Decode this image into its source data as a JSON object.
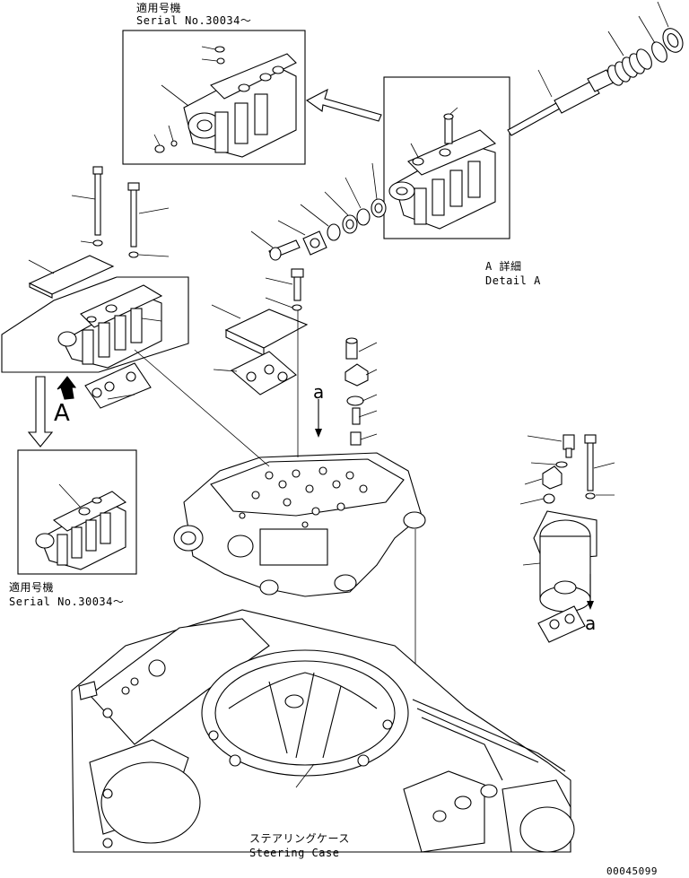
{
  "inset_top": {
    "jp_label": "適用号機",
    "serial_label": "Serial No.30034～"
  },
  "inset_left": {
    "jp_label": "適用号機",
    "serial_label": "Serial No.30034～"
  },
  "detail": {
    "jp_label": "A 詳細",
    "en_label": "Detail A"
  },
  "view_arrow_letter": "A",
  "callout_letter": "a",
  "steering_case": {
    "jp_label": "ステアリングケース",
    "en_label": "Steering Case"
  },
  "drawing_number": "00045099"
}
